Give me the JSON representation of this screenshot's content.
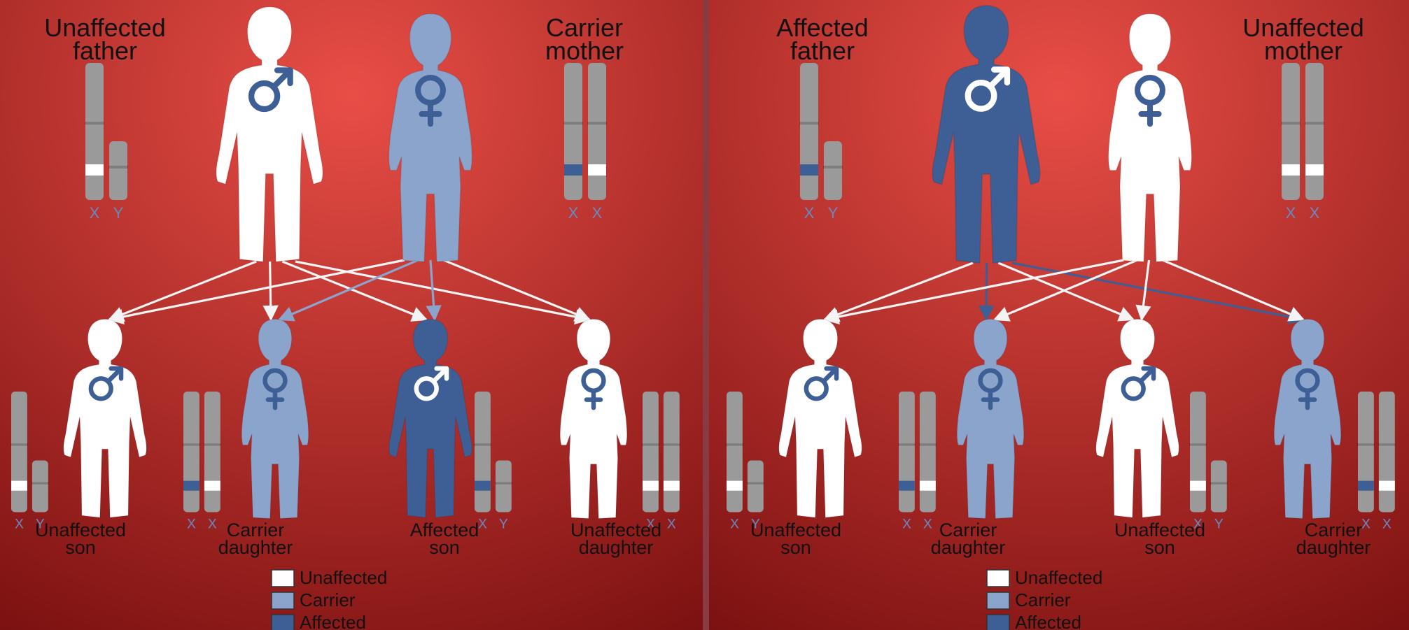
{
  "colors": {
    "background_top": "#e84e46",
    "background_bottom": "#7a1010",
    "unaffected": "#ffffff",
    "carrier": "#8aa4cc",
    "affected": "#3d5f95",
    "chromosome": "#9a9a9a",
    "divider": "#8a3b42"
  },
  "legend": {
    "unaffected": "Unaffected",
    "carrier": "Carrier",
    "affected": "Affected"
  },
  "chromosome_labels": {
    "x": "X",
    "y": "Y"
  },
  "panels": [
    {
      "parents": [
        {
          "label_1": "Unaffected",
          "label_2": "father",
          "sex": "male",
          "status": "unaffected",
          "chromosomes": [
            "X",
            "Y"
          ],
          "x_marks": [
            "unaffected"
          ]
        },
        {
          "label_1": "Carrier",
          "label_2": "mother",
          "sex": "female",
          "status": "carrier",
          "chromosomes": [
            "X",
            "X"
          ],
          "x_marks": [
            "affected",
            "unaffected"
          ]
        }
      ],
      "children": [
        {
          "label_1": "Unaffected",
          "label_2": "son",
          "sex": "male",
          "status": "unaffected",
          "chromosomes": [
            "X",
            "Y"
          ],
          "x_marks": [
            "unaffected"
          ]
        },
        {
          "label_1": "Carrier",
          "label_2": "daughter",
          "sex": "female",
          "status": "carrier",
          "chromosomes": [
            "X",
            "X"
          ],
          "x_marks": [
            "affected",
            "unaffected"
          ]
        },
        {
          "label_1": "Affected",
          "label_2": "son",
          "sex": "male",
          "status": "affected",
          "chromosomes": [
            "X",
            "Y"
          ],
          "x_marks": [
            "affected"
          ]
        },
        {
          "label_1": "Unaffected",
          "label_2": "daughter",
          "sex": "female",
          "status": "unaffected",
          "chromosomes": [
            "X",
            "X"
          ],
          "x_marks": [
            "unaffected",
            "unaffected"
          ]
        }
      ]
    },
    {
      "parents": [
        {
          "label_1": "Affected",
          "label_2": "father",
          "sex": "male",
          "status": "affected",
          "chromosomes": [
            "X",
            "Y"
          ],
          "x_marks": [
            "affected"
          ]
        },
        {
          "label_1": "Unaffected",
          "label_2": "mother",
          "sex": "female",
          "status": "unaffected",
          "chromosomes": [
            "X",
            "X"
          ],
          "x_marks": [
            "unaffected",
            "unaffected"
          ]
        }
      ],
      "children": [
        {
          "label_1": "Unaffected",
          "label_2": "son",
          "sex": "male",
          "status": "unaffected",
          "chromosomes": [
            "X",
            "Y"
          ],
          "x_marks": [
            "unaffected"
          ]
        },
        {
          "label_1": "Carrier",
          "label_2": "daughter",
          "sex": "female",
          "status": "carrier",
          "chromosomes": [
            "X",
            "X"
          ],
          "x_marks": [
            "affected",
            "unaffected"
          ]
        },
        {
          "label_1": "Unaffected",
          "label_2": "son",
          "sex": "male",
          "status": "unaffected",
          "chromosomes": [
            "X",
            "Y"
          ],
          "x_marks": [
            "unaffected"
          ]
        },
        {
          "label_1": "Carrier",
          "label_2": "daughter",
          "sex": "female",
          "status": "carrier",
          "chromosomes": [
            "X",
            "X"
          ],
          "x_marks": [
            "affected",
            "unaffected"
          ]
        }
      ]
    }
  ]
}
